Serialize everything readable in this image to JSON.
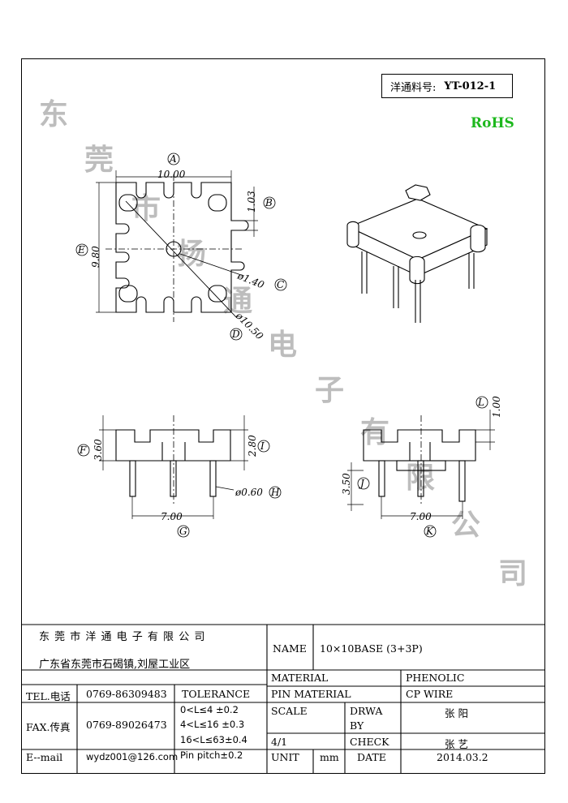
{
  "part_number": {
    "label": "洋通料号:",
    "value": "YT-012-1"
  },
  "rohs": "RoHS",
  "watermark": [
    "东",
    "莞",
    "市",
    "扬",
    "通",
    "电",
    "子",
    "有",
    "限",
    "公",
    "司"
  ],
  "dimensions": {
    "A": "A",
    "B": "B",
    "C": "C",
    "D": "D",
    "E": "E",
    "F": "F",
    "G": "G",
    "H": "H",
    "I": "I",
    "J": "J",
    "K": "K",
    "L": "L",
    "width_top": "10.00",
    "height_top": "9.80",
    "slot_b": "1.03",
    "hole_c": "ø1.40",
    "diag_d": "ø10.50",
    "front_height": "3.60",
    "front_inner": "2.80",
    "pin_dia": "ø0.60",
    "pitch_g": "7.00",
    "side_j": "3.50",
    "pitch_k": "7.00",
    "side_l": "1.00"
  },
  "title_block": {
    "company": "东 莞 市 洋 通 电 子 有 限 公 司",
    "address": "广东省东莞市石碣镇,刘屋工业区",
    "tel_label": "TEL.电话",
    "tel": "0769-86309483",
    "fax_label": "FAX.传真",
    "fax": "0769-89026473",
    "email_label": "E--mail",
    "email": "wydz001@126.com",
    "tolerance_label": "TOLERANCE",
    "tol1": "0<L≤4   ±0.2",
    "tol2": "4<L≤16  ±0.3",
    "tol3": "16<L≤63±0.4",
    "tol4": "Pin pitch±0.2",
    "name_label": "NAME",
    "name": "10×10BASE (3+3P)",
    "material_label": "MATERIAL",
    "material": "PHENOLIC",
    "pin_material_label": "PIN MATERIAL",
    "pin_material": "CP WIRE",
    "scale_label": "SCALE",
    "scale": "4/1",
    "drawn_label_1": "DRWA",
    "drawn_label_2": "BY",
    "drawn_by": "张  阳",
    "check_label": "CHECK",
    "checked_by": "张  艺",
    "unit_label": "UNIT",
    "unit": "mm",
    "date_label": "DATE",
    "date": "2014.03.2"
  }
}
